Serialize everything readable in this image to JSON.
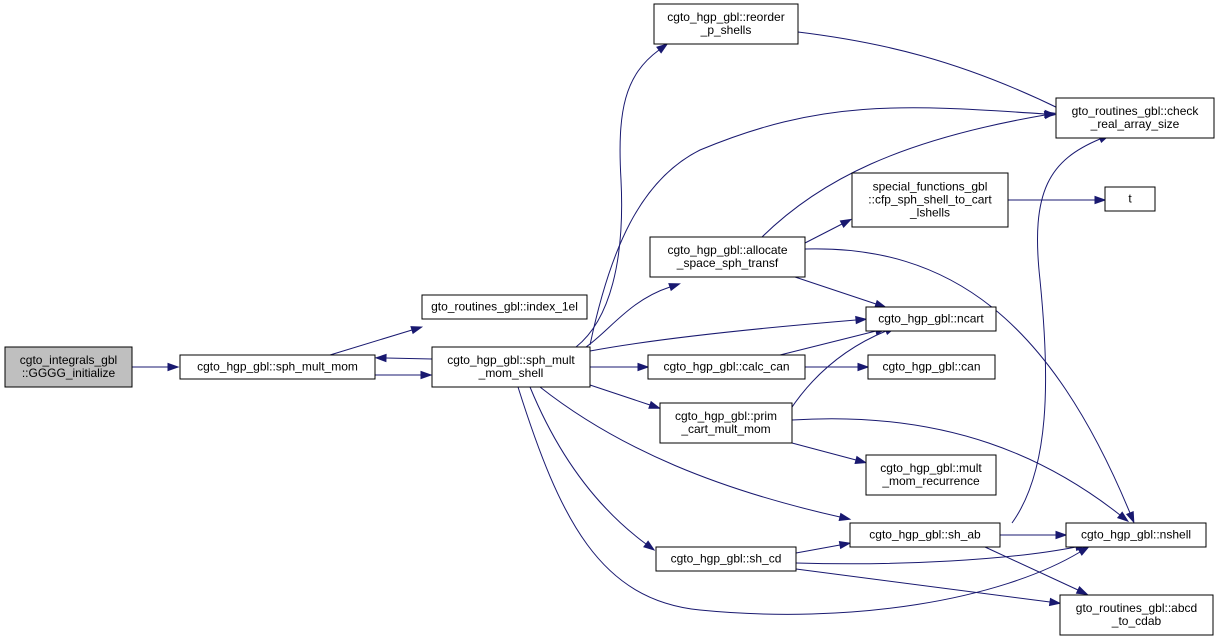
{
  "graph": {
    "nodes": [
      {
        "id": "n1",
        "lines": [
          "cgto_integrals_gbl",
          "::GGGG_initialize"
        ],
        "root": true
      },
      {
        "id": "n2",
        "lines": [
          "cgto_hgp_gbl::sph_mult_mom"
        ]
      },
      {
        "id": "n3",
        "lines": [
          "gto_routines_gbl::index_1el"
        ]
      },
      {
        "id": "n4",
        "lines": [
          "cgto_hgp_gbl::sph_mult",
          "_mom_shell"
        ]
      },
      {
        "id": "n5",
        "lines": [
          "cgto_hgp_gbl::reorder",
          "_p_shells"
        ]
      },
      {
        "id": "n6",
        "lines": [
          "cgto_hgp_gbl::allocate",
          "_space_sph_transf"
        ]
      },
      {
        "id": "n7",
        "lines": [
          "cgto_hgp_gbl::calc_can"
        ]
      },
      {
        "id": "n8",
        "lines": [
          "cgto_hgp_gbl::prim",
          "_cart_mult_mom"
        ]
      },
      {
        "id": "n9",
        "lines": [
          "cgto_hgp_gbl::sh_cd"
        ]
      },
      {
        "id": "n10",
        "lines": [
          "special_functions_gbl",
          "::cfp_sph_shell_to_cart",
          "_lshells"
        ]
      },
      {
        "id": "n11",
        "lines": [
          "cgto_hgp_gbl::ncart"
        ]
      },
      {
        "id": "n12",
        "lines": [
          "cgto_hgp_gbl::can"
        ]
      },
      {
        "id": "n13",
        "lines": [
          "cgto_hgp_gbl::mult",
          "_mom_recurrence"
        ]
      },
      {
        "id": "n14",
        "lines": [
          "cgto_hgp_gbl::sh_ab"
        ]
      },
      {
        "id": "n15",
        "lines": [
          "gto_routines_gbl::check",
          "_real_array_size"
        ]
      },
      {
        "id": "n16",
        "lines": [
          "t"
        ]
      },
      {
        "id": "n17",
        "lines": [
          "cgto_hgp_gbl::nshell"
        ]
      },
      {
        "id": "n18",
        "lines": [
          "gto_routines_gbl::abcd",
          "_to_cdab"
        ]
      }
    ],
    "edges": [
      {
        "from": "n1",
        "to": "n2"
      },
      {
        "from": "n2",
        "to": "n3"
      },
      {
        "from": "n2",
        "to": "n4"
      },
      {
        "from": "n4",
        "to": "n2"
      },
      {
        "from": "n4",
        "to": "n5"
      },
      {
        "from": "n4",
        "to": "n15"
      },
      {
        "from": "n4",
        "to": "n6"
      },
      {
        "from": "n4",
        "to": "n11"
      },
      {
        "from": "n4",
        "to": "n7"
      },
      {
        "from": "n4",
        "to": "n8"
      },
      {
        "from": "n4",
        "to": "n14"
      },
      {
        "from": "n4",
        "to": "n9"
      },
      {
        "from": "n4",
        "to": "n17"
      },
      {
        "from": "n5",
        "to": "n15"
      },
      {
        "from": "n6",
        "to": "n15"
      },
      {
        "from": "n6",
        "to": "n10"
      },
      {
        "from": "n6",
        "to": "n11"
      },
      {
        "from": "n6",
        "to": "n17"
      },
      {
        "from": "n10",
        "to": "n16"
      },
      {
        "from": "n7",
        "to": "n12"
      },
      {
        "from": "n7",
        "to": "n11"
      },
      {
        "from": "n8",
        "to": "n11"
      },
      {
        "from": "n8",
        "to": "n13"
      },
      {
        "from": "n8",
        "to": "n17"
      },
      {
        "from": "n9",
        "to": "n14"
      },
      {
        "from": "n9",
        "to": "n17"
      },
      {
        "from": "n9",
        "to": "n18"
      },
      {
        "from": "n14",
        "to": "n15"
      },
      {
        "from": "n14",
        "to": "n17"
      },
      {
        "from": "n14",
        "to": "n18"
      }
    ]
  }
}
